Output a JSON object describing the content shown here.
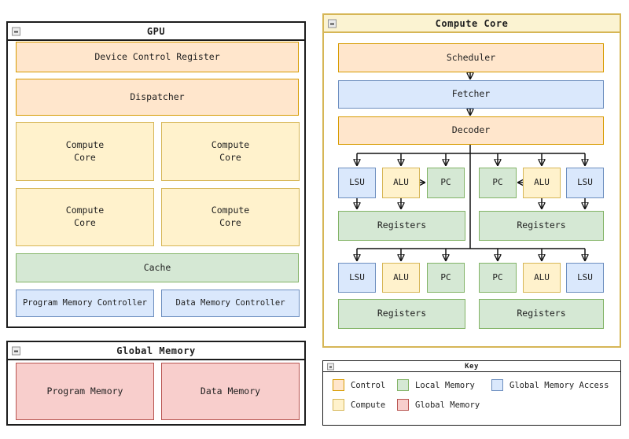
{
  "colors": {
    "control_fill": "#FFE6CC",
    "control_stroke": "#D79B00",
    "compute_fill": "#FFF2CC",
    "compute_stroke": "#D6B656",
    "local_memory_fill": "#D5E8D4",
    "local_memory_stroke": "#82B366",
    "global_memory_access_fill": "#DAE8FC",
    "global_memory_access_stroke": "#6C8EBF",
    "global_memory_fill": "#F8CECC",
    "global_memory_stroke": "#B85450"
  },
  "gpu_window": {
    "title": "GPU",
    "device_control_register": "Device Control Register",
    "dispatcher": "Dispatcher",
    "compute_cores": [
      "Compute\nCore",
      "Compute\nCore",
      "Compute\nCore",
      "Compute\nCore"
    ],
    "cache": "Cache",
    "program_memory_controller": "Program Memory Controller",
    "data_memory_controller": "Data Memory Controller"
  },
  "global_memory_window": {
    "title": "Global Memory",
    "program_memory": "Program Memory",
    "data_memory": "Data Memory"
  },
  "compute_core_window": {
    "title": "Compute Core",
    "scheduler": "Scheduler",
    "fetcher": "Fetcher",
    "decoder": "Decoder",
    "lane_row1_left": [
      "LSU",
      "ALU",
      "PC"
    ],
    "lane_row1_right": [
      "PC",
      "ALU",
      "LSU"
    ],
    "lane_row2_left": [
      "LSU",
      "ALU",
      "PC"
    ],
    "lane_row2_right": [
      "PC",
      "ALU",
      "LSU"
    ],
    "registers": "Registers"
  },
  "key_window": {
    "title": "Key",
    "entries": [
      {
        "label": "Control",
        "fill": "#FFE6CC",
        "stroke": "#D79B00"
      },
      {
        "label": "Local Memory",
        "fill": "#D5E8D4",
        "stroke": "#82B366"
      },
      {
        "label": "Global Memory Access",
        "fill": "#DAE8FC",
        "stroke": "#6C8EBF"
      },
      {
        "label": "Compute",
        "fill": "#FFF2CC",
        "stroke": "#D6B656"
      },
      {
        "label": "Global Memory",
        "fill": "#F8CECC",
        "stroke": "#B85450"
      }
    ]
  }
}
